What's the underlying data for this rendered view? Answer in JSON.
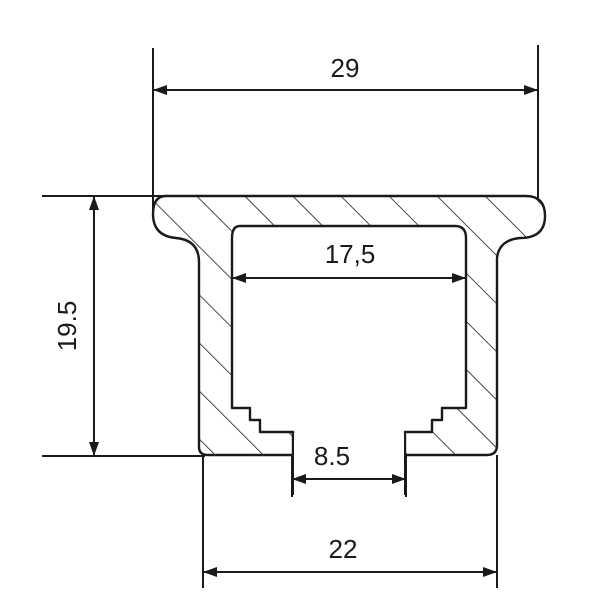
{
  "diagram": {
    "dimensions": {
      "top_width": "29",
      "inner_width": "17,5",
      "height": "19.5",
      "slot_width": "8.5",
      "bottom_width": "22"
    }
  }
}
